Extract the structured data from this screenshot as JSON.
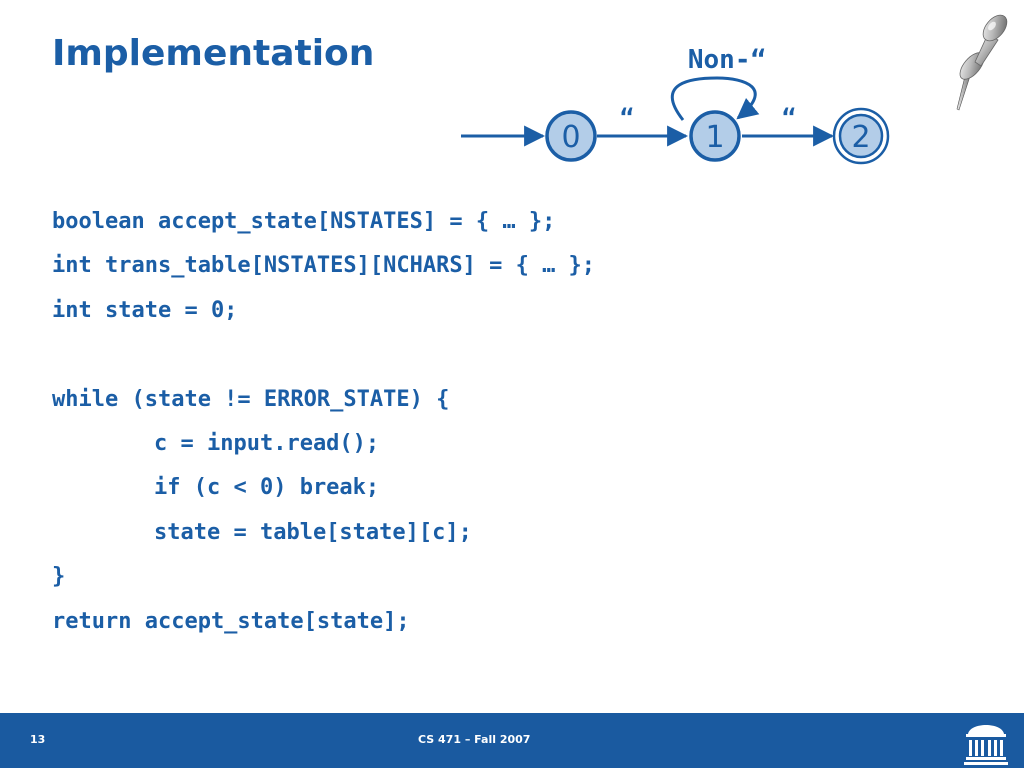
{
  "slide": {
    "title": "Implementation"
  },
  "diagram": {
    "states": [
      "0",
      "1",
      "2"
    ],
    "edge_0_1_label": "“",
    "edge_1_1_label": "Non-“",
    "edge_1_2_label": "“",
    "accepting_state": "2",
    "start_state": "0"
  },
  "code": {
    "lines": [
      "boolean accept_state[NSTATES] = { … };",
      "int trans_table[NSTATES][NCHARS] = { … };",
      "int state = 0;",
      "",
      "while (state != ERROR_STATE) {",
      "c = input.read();",
      "if (c < 0) break;",
      "state = table[state][c];",
      "}",
      "return accept_state[state];"
    ]
  },
  "footer": {
    "slide_number": "13",
    "course": "CS 471 – Fall 2007"
  },
  "colors": {
    "primary": "#1b5ea6",
    "state_fill": "#b3cde8",
    "footer_bg": "#1a5aa0"
  },
  "icons": {
    "pushpin": "pushpin-icon",
    "university_logo": "university-rotunda-logo"
  }
}
